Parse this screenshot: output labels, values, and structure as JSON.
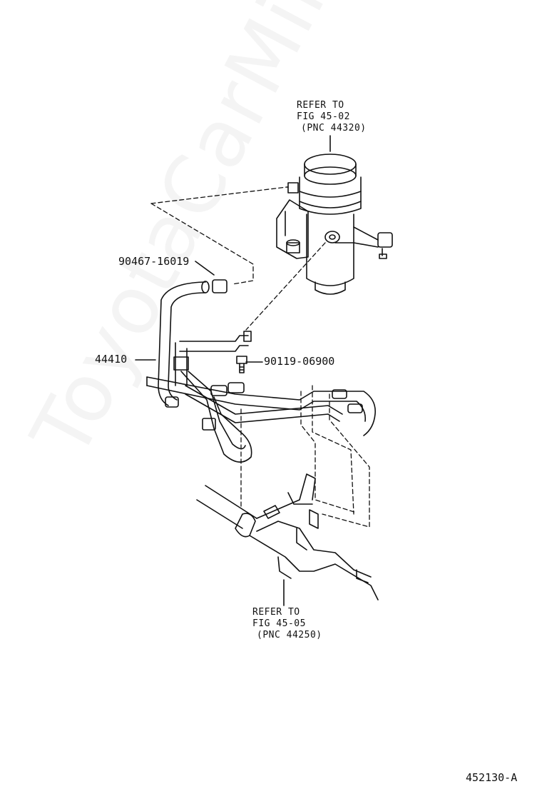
{
  "watermark": "ToyotaCarMine.ru",
  "callouts": {
    "reservoir_ref": {
      "line1": "REFER TO",
      "line2": "FIG 45-02",
      "line3": "(PNC 44320)"
    },
    "gear_ref": {
      "line1": "REFER TO",
      "line2": "FIG 45-05",
      "line3": "(PNC 44250)"
    }
  },
  "parts": {
    "clip": "90467-16019",
    "hose": "44410",
    "bolt": "90119-06900"
  },
  "figure_id": "452130-A"
}
